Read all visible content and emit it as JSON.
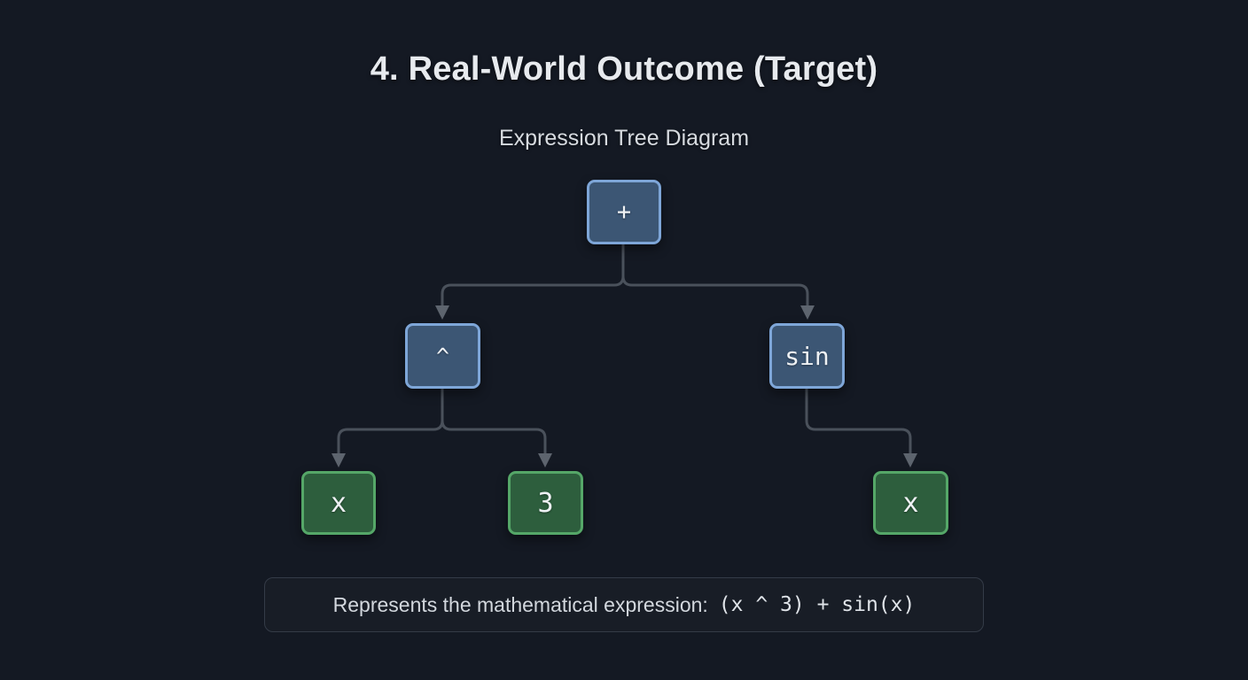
{
  "title": "4. Real-World Outcome (Target)",
  "subtitle": "Expression Tree Diagram",
  "tree": {
    "nodes": [
      {
        "id": "plus",
        "label": "+",
        "type": "operator",
        "parent": null,
        "depth": 0
      },
      {
        "id": "pow",
        "label": "^",
        "type": "operator",
        "parent": "plus",
        "depth": 1
      },
      {
        "id": "sin",
        "label": "sin",
        "type": "function",
        "parent": "plus",
        "depth": 1
      },
      {
        "id": "x-left",
        "label": "x",
        "type": "leaf",
        "parent": "pow",
        "depth": 2
      },
      {
        "id": "three",
        "label": "3",
        "type": "leaf",
        "parent": "pow",
        "depth": 2
      },
      {
        "id": "x-right",
        "label": "x",
        "type": "leaf",
        "parent": "sin",
        "depth": 2
      }
    ]
  },
  "caption": {
    "text": "Represents the mathematical expression:",
    "expression": "(x ^ 3) + sin(x)"
  },
  "colors": {
    "background": "#141923",
    "title_color": "#e7eaee",
    "subtitle_color": "#d7dbe0",
    "operator_fill": "#3c5674",
    "operator_border": "#7ea6d8",
    "leaf_fill": "#2d5e3d",
    "leaf_border": "#55a768",
    "node_text": "#eef1f4",
    "connector": "#4a515b",
    "arrow": "#5d646e",
    "caption_bg": "#181d26",
    "caption_border": "#343b47",
    "caption_text": "#d2d7dd"
  }
}
